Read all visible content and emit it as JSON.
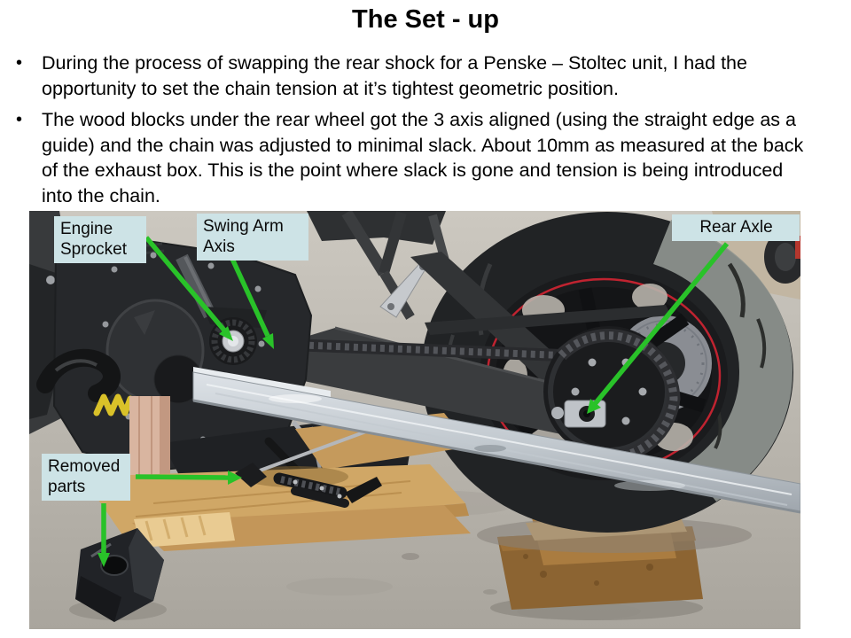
{
  "slide": {
    "title": "The Set - up",
    "bullet_marker": "•",
    "bullets": [
      "During the process of swapping the rear shock for a Penske – Stoltec unit, I had the opportunity to set the chain tension at it’s tightest geometric position.",
      "The wood blocks under the rear wheel got the 3 axis aligned (using the straight edge as a guide) and the chain was adjusted to minimal slack. About 10mm as measured at the back of the exhaust box. This is the point where slack is gone and tension is being introduced into the chain."
    ]
  },
  "photo": {
    "description": "Motorcycle rear section on wood blocks with aluminum straight edge for chain alignment",
    "labels": {
      "engine_sprocket": "Engine Sprocket",
      "swing_arm_axis": "Swing Arm Axis",
      "rear_axle": "Rear Axle",
      "removed_parts": "Removed parts"
    },
    "colors": {
      "callout_background": "#cde3e6",
      "arrow_green": "#29c229",
      "rim_pinstripe_red": "#c02330"
    }
  }
}
